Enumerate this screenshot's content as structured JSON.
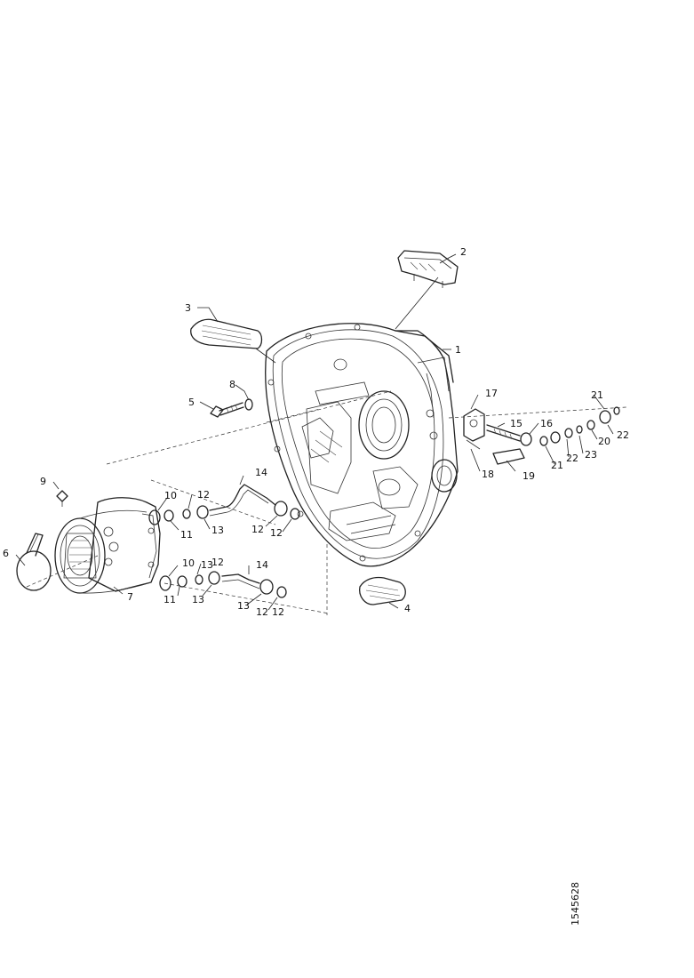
{
  "diagram": {
    "drawing_id": "1545628",
    "callouts": [
      "1",
      "2",
      "3",
      "4",
      "5",
      "6",
      "7",
      "8",
      "9",
      "10",
      "10",
      "11",
      "11",
      "12",
      "12",
      "12",
      "12",
      "12",
      "12",
      "13",
      "13",
      "13",
      "13",
      "14",
      "14",
      "15",
      "16",
      "17",
      "18",
      "19",
      "20",
      "21",
      "21",
      "22",
      "22",
      "23"
    ]
  }
}
